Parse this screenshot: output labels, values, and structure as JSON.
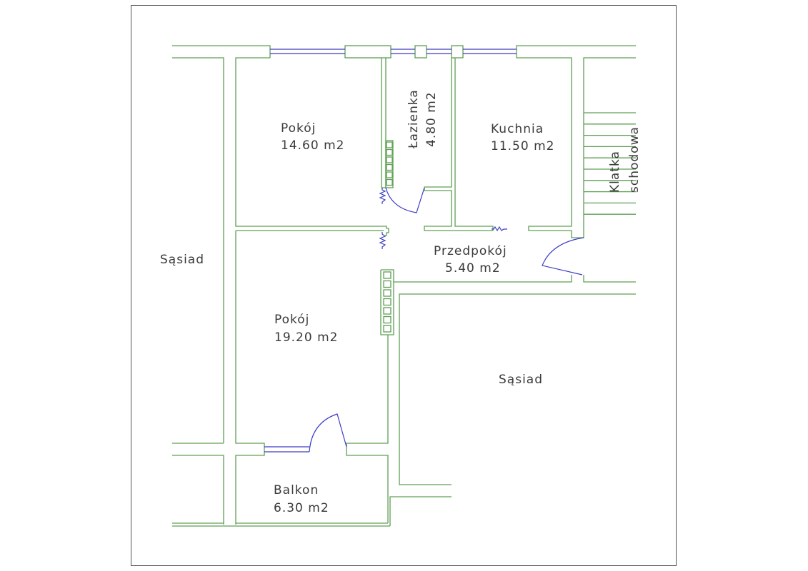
{
  "colors": {
    "wall": "#5f9f55",
    "window_door": "#3a3ac8",
    "text": "#3a3a3a",
    "frame": "#555555"
  },
  "rooms": {
    "pokoj1": {
      "name": "Pokój",
      "area": "14.60 m2"
    },
    "lazienka": {
      "name": "Łazienka",
      "area": "4.80 m2"
    },
    "kuchnia": {
      "name": "Kuchnia",
      "area": "11.50 m2"
    },
    "przedpokoj": {
      "name": "Przedpokój",
      "area": "5.40 m2"
    },
    "pokoj2": {
      "name": "Pokój",
      "area": "19.20 m2"
    },
    "balkon": {
      "name": "Balkon",
      "area": "6.30 m2"
    },
    "klatka": {
      "line1": "Klatka",
      "line2": "schodowa"
    },
    "sasiad_left": "Sąsiad",
    "sasiad_right": "Sąsiad"
  }
}
